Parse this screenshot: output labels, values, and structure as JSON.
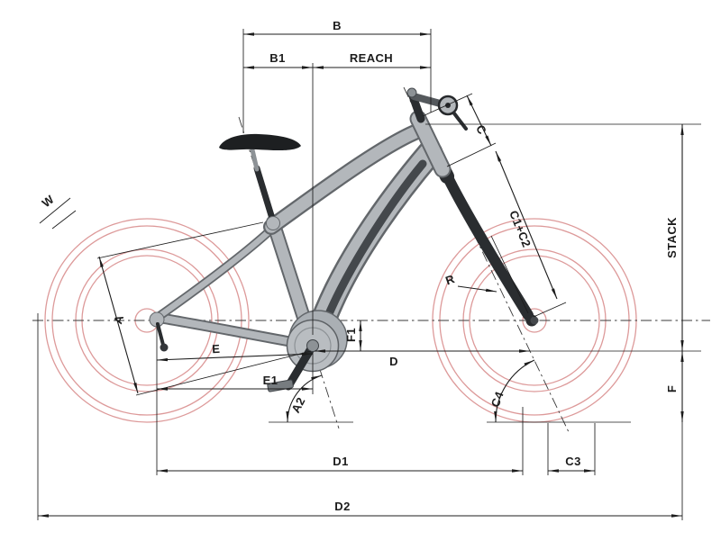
{
  "diagram": {
    "type": "bicycle-geometry-diagram",
    "colors": {
      "wheel": "#dd9a9a",
      "frame-fill": "#b3b7bb",
      "frame-outline": "#63676b",
      "frame-dark": "#2a2d30",
      "dim": "#1c1c1c",
      "background": "#ffffff"
    },
    "labels": {
      "b": "B",
      "b1": "B1",
      "reach": "REACH",
      "c": "C",
      "c1c2": "C1+C2",
      "stack": "STACK",
      "w": "W",
      "a": "A",
      "e": "E",
      "e1": "E1",
      "f1": "F1",
      "d": "D",
      "r": "R",
      "a2": "A2",
      "c4": "C4",
      "f": "F",
      "d1": "D1",
      "c3": "C3",
      "d2": "D2"
    }
  }
}
